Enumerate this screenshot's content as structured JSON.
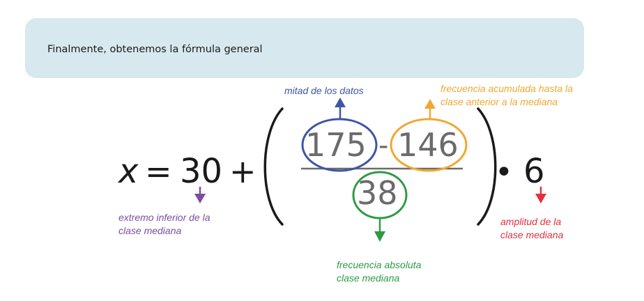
{
  "banner": {
    "text": "Finalmente, obtenemos la fórmula general"
  },
  "formula": {
    "variable": "x",
    "equals": "=",
    "lower_limit": "30",
    "plus": "+",
    "numerator_left": "175",
    "minus": "-",
    "numerator_right": "146",
    "denominator": "38",
    "multiply": "•",
    "class_width": "6"
  },
  "annotations": {
    "half_data": {
      "lines": [
        "mitad de los datos"
      ],
      "color": "#3e55a6"
    },
    "cumulative_frequency": {
      "lines": [
        "frecuencia acumulada hasta la",
        "clase anterior a la mediana"
      ],
      "color": "#f0a830"
    },
    "lower_limit": {
      "lines": [
        "extremo inferior de la",
        "clase mediana"
      ],
      "color": "#7a4ea0"
    },
    "class_width": {
      "lines": [
        "amplitud de la",
        "clase mediana"
      ],
      "color": "#e2303e"
    },
    "absolute_frequency": {
      "lines": [
        "frecuencia absoluta",
        "clase mediana"
      ],
      "color": "#2e9a44"
    }
  },
  "colors": {
    "banner_background": "#d7e9ee",
    "math_text": "#1a1a1a",
    "number_text": "#6b6b6b"
  }
}
